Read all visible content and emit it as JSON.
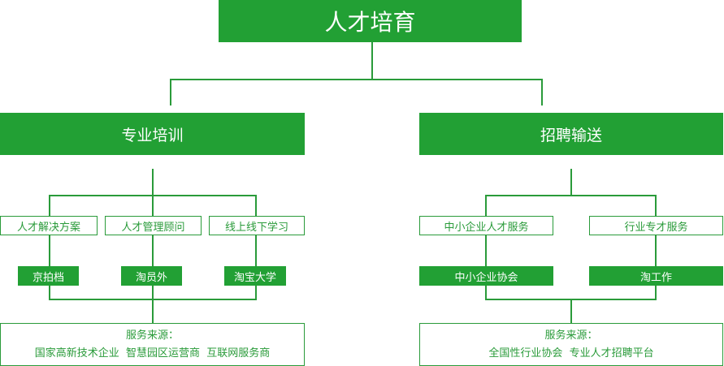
{
  "root": {
    "label": "人才培育"
  },
  "left": {
    "title": "专业培训",
    "categories": [
      "人才解决方案",
      "人才管理顾问",
      "线上线下学习"
    ],
    "platforms": [
      "京拍档",
      "淘员外",
      "淘宝大学"
    ],
    "source": {
      "title": "服务来源：",
      "text": "国家高新技术企业  智慧园区运营商  互联网服务商"
    }
  },
  "right": {
    "title": "招聘输送",
    "categories": [
      "中小企业人才服务",
      "行业专才服务"
    ],
    "platforms": [
      "中小企业协会",
      "淘工作"
    ],
    "source": {
      "title": "服务来源：",
      "text": "全国性行业协会  专业人才招聘平台"
    }
  },
  "colors": {
    "primary": "#22a034",
    "line": "#2a9b3a",
    "background": "#ffffff"
  }
}
